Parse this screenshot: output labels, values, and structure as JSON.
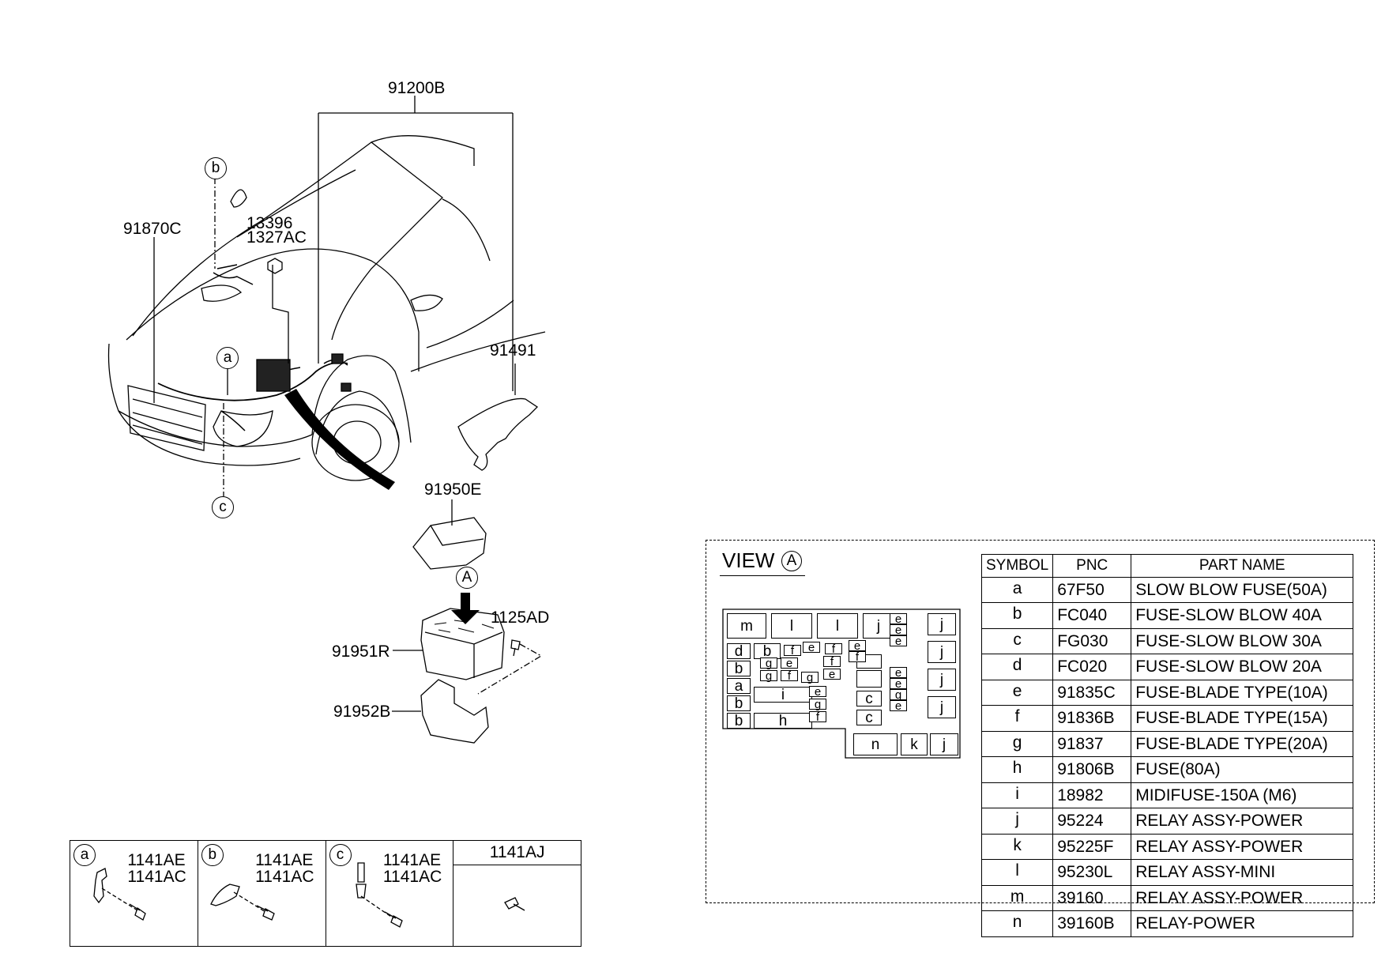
{
  "callouts": {
    "wiring_harness": "91200B",
    "sub_harness": "91870C",
    "nut_1": "13396",
    "nut_2": "1327AC",
    "bracket": "91491",
    "box_cover": "91950E",
    "junction_box": "91951R",
    "box_bracket": "91952B",
    "bolt": "1125AD",
    "view_marker": "A",
    "clip_a": "a",
    "clip_b": "b",
    "clip_c": "c"
  },
  "clip_panel": [
    {
      "symbol": "a",
      "line1": "1141AE",
      "line2": "1141AC"
    },
    {
      "symbol": "b",
      "line1": "1141AE",
      "line2": "1141AC"
    },
    {
      "symbol": "c",
      "line1": "1141AE",
      "line2": "1141AC"
    },
    {
      "header": "1141AJ"
    }
  ],
  "view": {
    "title": "VIEW",
    "marker": "A",
    "fusebox": {
      "large": [
        "m",
        "l",
        "l",
        "j",
        "j",
        "j",
        "j",
        "j",
        "n",
        "k",
        "j"
      ],
      "left_column": [
        "d",
        "b",
        "a",
        "b",
        "b"
      ],
      "wide": [
        "b",
        "i",
        "h"
      ],
      "center": [
        "c",
        "c"
      ],
      "small": [
        "f",
        "e",
        "f",
        "g",
        "e",
        "f",
        "g",
        "f",
        "g",
        "e",
        "e",
        "g",
        "f",
        "e",
        "f",
        "e",
        "e",
        "e",
        "e",
        "e",
        "g",
        "e"
      ]
    }
  },
  "table": {
    "headers": [
      "SYMBOL",
      "PNC",
      "PART NAME"
    ],
    "rows": [
      {
        "symbol": "a",
        "pnc": "67F50",
        "name": "SLOW BLOW FUSE(50A)"
      },
      {
        "symbol": "b",
        "pnc": "FC040",
        "name": "FUSE-SLOW BLOW 40A"
      },
      {
        "symbol": "c",
        "pnc": "FG030",
        "name": "FUSE-SLOW BLOW 30A"
      },
      {
        "symbol": "d",
        "pnc": "FC020",
        "name": "FUSE-SLOW BLOW 20A"
      },
      {
        "symbol": "e",
        "pnc": "91835C",
        "name": "FUSE-BLADE TYPE(10A)"
      },
      {
        "symbol": "f",
        "pnc": "91836B",
        "name": "FUSE-BLADE TYPE(15A)"
      },
      {
        "symbol": "g",
        "pnc": "91837",
        "name": "FUSE-BLADE TYPE(20A)"
      },
      {
        "symbol": "h",
        "pnc": "91806B",
        "name": "FUSE(80A)"
      },
      {
        "symbol": "i",
        "pnc": "18982",
        "name": "MIDIFUSE-150A (M6)"
      },
      {
        "symbol": "j",
        "pnc": "95224",
        "name": "RELAY ASSY-POWER"
      },
      {
        "symbol": "k",
        "pnc": "95225F",
        "name": "RELAY ASSY-POWER"
      },
      {
        "symbol": "l",
        "pnc": "95230L",
        "name": "RELAY ASSY-MINI"
      },
      {
        "symbol": "m",
        "pnc": "39160",
        "name": "RELAY ASSY-POWER"
      },
      {
        "symbol": "n",
        "pnc": "39160B",
        "name": "RELAY-POWER"
      }
    ]
  }
}
